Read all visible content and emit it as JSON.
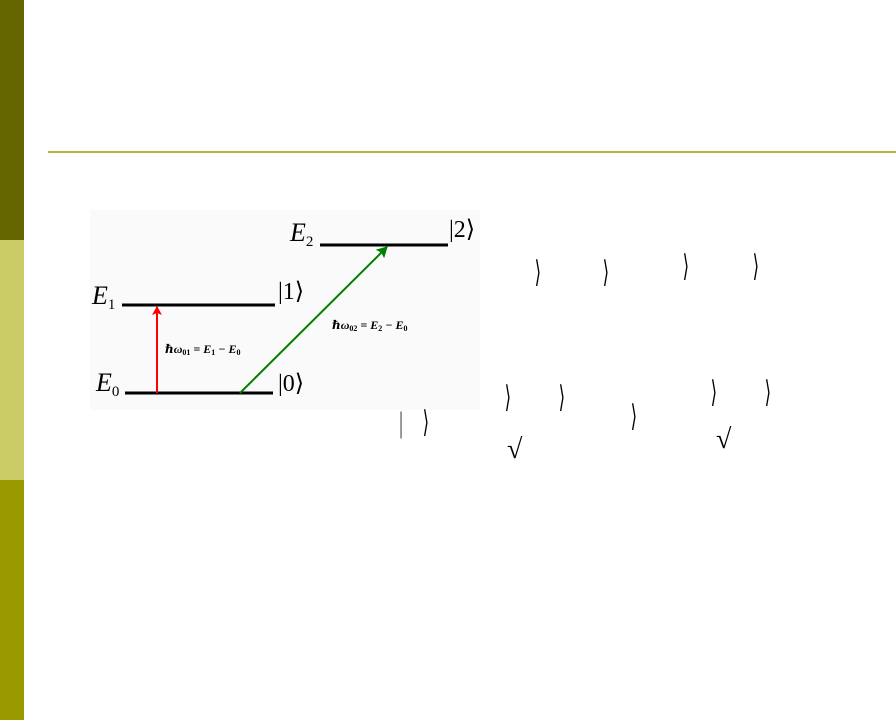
{
  "colors": {
    "sidebar_top": "#666600",
    "sidebar_mid": "#CCCC66",
    "sidebar_bot": "#999900",
    "rule": "#B8B83A",
    "level_line": "#000000",
    "arrow_01": "#FF0000",
    "arrow_02": "#008000"
  },
  "levels": [
    {
      "symbol": "E",
      "subscript": "0",
      "ket": "|0⟩"
    },
    {
      "symbol": "E",
      "subscript": "1",
      "ket": "|1⟩"
    },
    {
      "symbol": "E",
      "subscript": "2",
      "ket": "|2⟩"
    }
  ],
  "transitions": [
    {
      "from": 0,
      "to": 1,
      "color_key": "arrow_01",
      "label": {
        "lhs": "ℏω",
        "lhs_sub": "01",
        "mid": " = E",
        "mid_sub": "1",
        "rhs": " − E",
        "rhs_sub": "0"
      }
    },
    {
      "from": 0,
      "to": 2,
      "color_key": "arrow_02",
      "label": {
        "lhs": "ℏω",
        "lhs_sub": "02",
        "mid": " = E",
        "mid_sub": "2",
        "rhs": " − E",
        "rhs_sub": "0"
      }
    }
  ],
  "fragments": {
    "bracket": "⟩",
    "bar": "|",
    "check": "√"
  }
}
